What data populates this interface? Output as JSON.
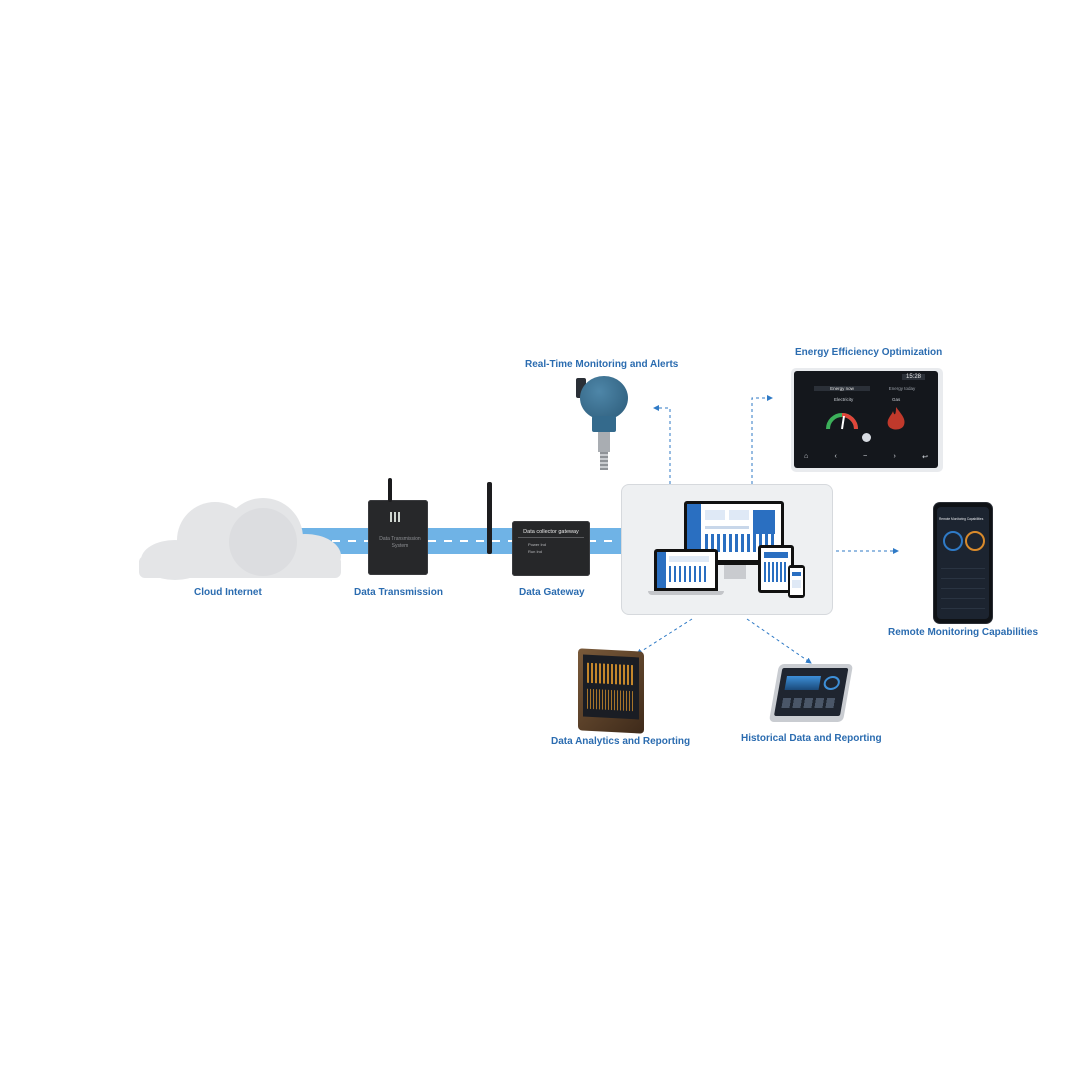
{
  "nodes": {
    "cloud": {
      "label": "Cloud Internet"
    },
    "transmission": {
      "label": "Data Transmission",
      "device_text": "Data Transmission System"
    },
    "gateway": {
      "label": "Data Gateway",
      "device_text": "Data collector gateway",
      "port1": "Power Ind",
      "port2": "Run Ind"
    },
    "monitoring": {
      "label": "Real-Time Monitoring and Alerts"
    },
    "energy": {
      "label": "Energy Efficiency Optimization",
      "time": "15:28",
      "tab1": "Energy now",
      "tab2": "Energy today",
      "gauge1": "Electricity",
      "gauge2": "Gas"
    },
    "remote": {
      "label": "Remote Monitoring Capabilities",
      "screen_title": "Remote Monitoring Capabilities"
    },
    "analytics": {
      "label": "Data Analytics and Reporting"
    },
    "historical": {
      "label": "Historical Data and Reporting"
    }
  },
  "colors": {
    "link": "#6fb3e6",
    "label": "#2b6cb0",
    "arrow": "#2f7ac6",
    "hub_bg": "#eef0f2"
  }
}
